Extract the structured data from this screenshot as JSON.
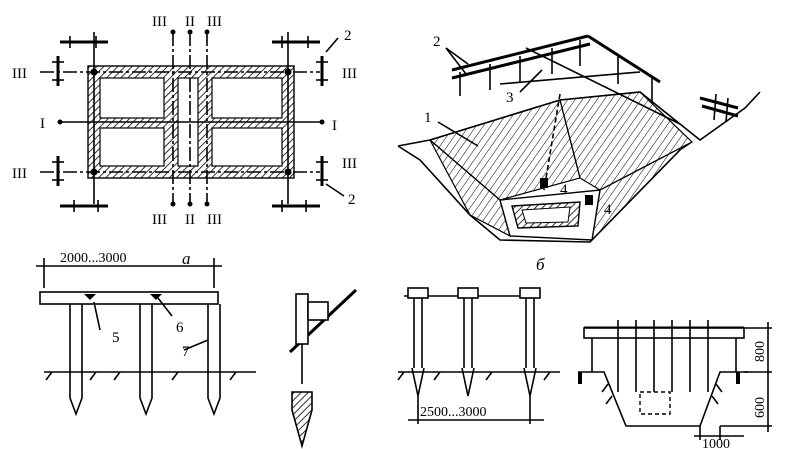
{
  "labels": {
    "sec3_top_left": "III",
    "sec2_top": "II",
    "sec3_top_right": "III",
    "sec3_bottom_left": "III",
    "sec2_bottom": "II",
    "sec3_bottom_right": "III",
    "sec3_left_top": "III",
    "sec3_left_bottom": "III",
    "sec3_right_top": "III",
    "sec3_right_bottom": "III",
    "sec1_left": "I",
    "sec1_right": "I",
    "plan_callout_2_top": "2",
    "plan_callout_2_bottom": "2",
    "pit_callout_1": "1",
    "pit_callout_2": "2",
    "pit_callout_3": "3",
    "pit_callout_4a": "4",
    "pit_callout_4b": "4",
    "fig_a": "а",
    "fig_b": "б",
    "dim_stakes": "2000...3000",
    "callout_5": "5",
    "callout_6": "6",
    "callout_7": "7",
    "dim_posts": "2500...3000",
    "dim_800": "800",
    "dim_600": "600",
    "dim_1000": "1000"
  }
}
